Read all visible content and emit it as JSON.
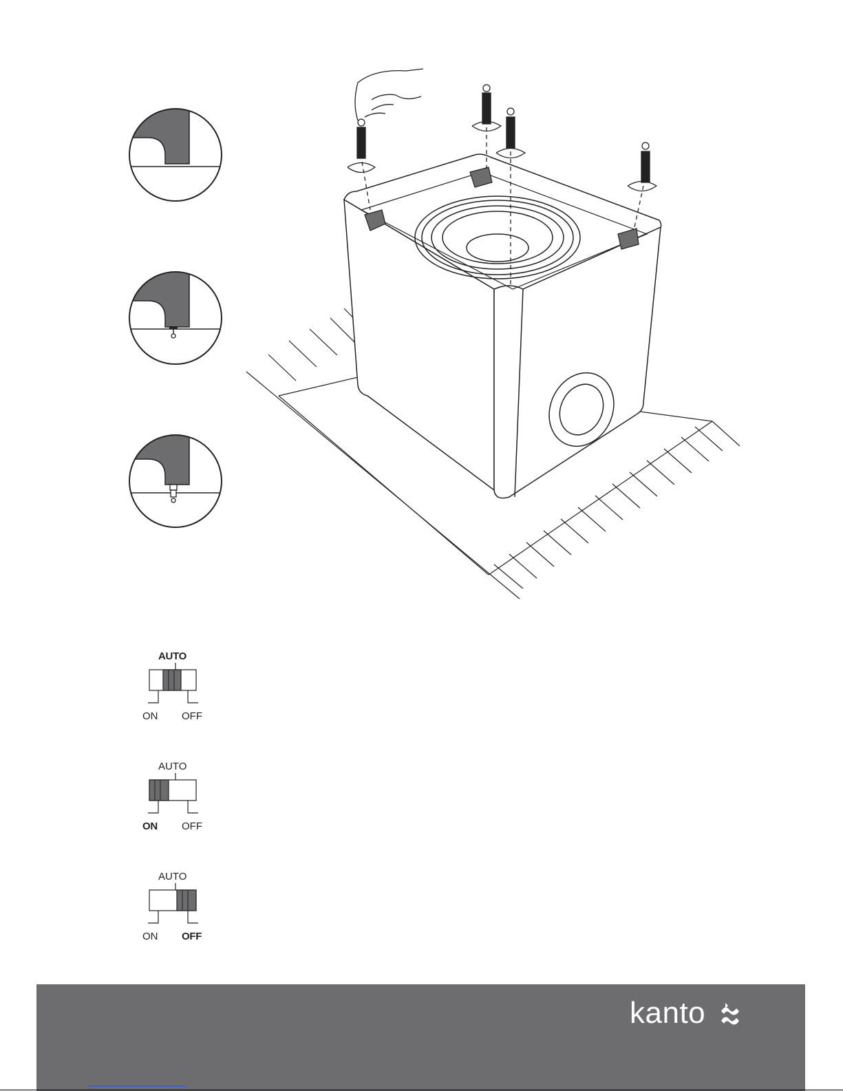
{
  "diagram": {
    "detail_views": [
      {
        "id": "foot-no-spike"
      },
      {
        "id": "foot-spike-retracted"
      },
      {
        "id": "foot-spike-extended"
      }
    ]
  },
  "switches": [
    {
      "top_label": "AUTO",
      "left_label": "ON",
      "right_label": "OFF",
      "selected": "AUTO"
    },
    {
      "top_label": "AUTO",
      "left_label": "ON",
      "right_label": "OFF",
      "selected": "ON"
    },
    {
      "top_label": "AUTO",
      "left_label": "ON",
      "right_label": "OFF",
      "selected": "OFF"
    }
  ],
  "footer": {
    "brand": "kanto",
    "colors": {
      "background": "#6d6c6e",
      "text": "#ffffff",
      "link": "#3a63d8"
    }
  }
}
